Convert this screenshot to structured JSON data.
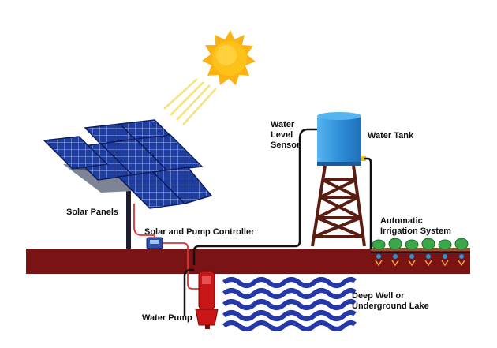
{
  "labels": {
    "solar_panels": "Solar Panels",
    "controller": "Solar and Pump Controller",
    "sensor": [
      "Water",
      "Level",
      "Sensor"
    ],
    "tank": "Water Tank",
    "irrigation": [
      "Automatic",
      "Irrigation System"
    ],
    "pump": "Water Pump",
    "water_source": [
      "Deep Well or",
      "Underground Lake"
    ]
  },
  "colors": {
    "ground": "#7a1414",
    "sun": "#fbb313",
    "sun_rays": "#f6e27a",
    "panel": "#1f3d9e",
    "tank": "#2f8fd8",
    "tower": "#5a1d12",
    "pump": "#c81616",
    "water": "#2438a8",
    "pipe": "#111111",
    "cable": "#e03030",
    "plant": "#3aa84a"
  }
}
